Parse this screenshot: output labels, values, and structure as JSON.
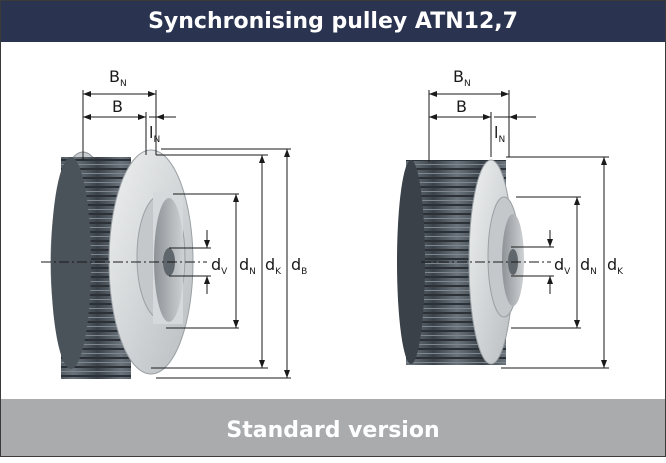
{
  "header": {
    "title": "Synchronising pulley ATN12,7"
  },
  "footer": {
    "caption": "Standard version"
  },
  "labels": {
    "width_nominal": "B",
    "width_nominal_sub": "N",
    "width": "B",
    "hub_length": "l",
    "hub_length_sub": "N",
    "bore": "d",
    "bore_sub": "V",
    "hub_diameter": "d",
    "hub_diameter_sub": "N",
    "outside_diameter": "d",
    "outside_diameter_sub": "K",
    "flange_diameter": "d",
    "flange_diameter_sub": "B"
  },
  "colors": {
    "header_bg": "#2a3450",
    "footer_bg": "#a9abad",
    "teeth": "#4a535b",
    "hub": "#d8dbdd"
  }
}
